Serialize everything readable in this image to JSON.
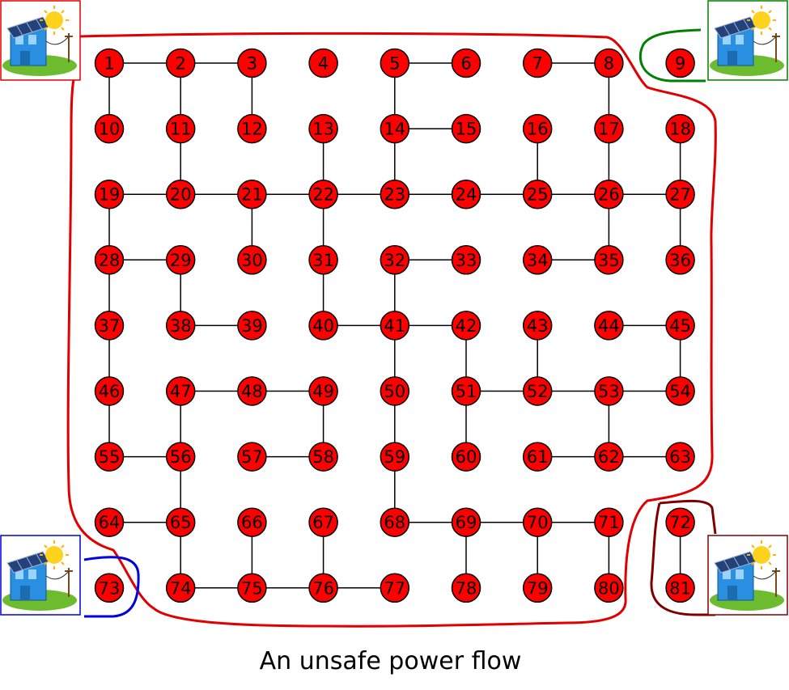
{
  "caption": "An unsafe power flow",
  "grid": {
    "rows": 9,
    "cols": 9
  },
  "colors": {
    "node_fill": "#ff0000",
    "edge": "#000000",
    "region_main": "#e00000",
    "region_green": "#008000",
    "region_blue": "#0000e0",
    "region_darkred": "#800000"
  },
  "edges": [
    [
      1,
      2
    ],
    [
      2,
      3
    ],
    [
      5,
      6
    ],
    [
      7,
      8
    ],
    [
      14,
      15
    ],
    [
      19,
      20
    ],
    [
      20,
      21
    ],
    [
      21,
      22
    ],
    [
      22,
      23
    ],
    [
      23,
      24
    ],
    [
      24,
      25
    ],
    [
      25,
      26
    ],
    [
      26,
      27
    ],
    [
      28,
      29
    ],
    [
      32,
      33
    ],
    [
      34,
      35
    ],
    [
      38,
      39
    ],
    [
      40,
      41
    ],
    [
      41,
      42
    ],
    [
      44,
      45
    ],
    [
      47,
      48
    ],
    [
      48,
      49
    ],
    [
      51,
      52
    ],
    [
      52,
      53
    ],
    [
      53,
      54
    ],
    [
      55,
      56
    ],
    [
      57,
      58
    ],
    [
      61,
      62
    ],
    [
      62,
      63
    ],
    [
      64,
      65
    ],
    [
      68,
      69
    ],
    [
      69,
      70
    ],
    [
      70,
      71
    ],
    [
      74,
      75
    ],
    [
      75,
      76
    ],
    [
      76,
      77
    ],
    [
      1,
      10
    ],
    [
      2,
      11
    ],
    [
      3,
      12
    ],
    [
      5,
      14
    ],
    [
      8,
      17
    ],
    [
      11,
      20
    ],
    [
      13,
      22
    ],
    [
      14,
      23
    ],
    [
      16,
      25
    ],
    [
      17,
      26
    ],
    [
      18,
      27
    ],
    [
      19,
      28
    ],
    [
      21,
      30
    ],
    [
      22,
      31
    ],
    [
      26,
      35
    ],
    [
      27,
      36
    ],
    [
      28,
      37
    ],
    [
      29,
      38
    ],
    [
      31,
      40
    ],
    [
      32,
      41
    ],
    [
      37,
      46
    ],
    [
      41,
      50
    ],
    [
      42,
      51
    ],
    [
      43,
      52
    ],
    [
      45,
      54
    ],
    [
      46,
      55
    ],
    [
      47,
      56
    ],
    [
      49,
      58
    ],
    [
      50,
      59
    ],
    [
      51,
      60
    ],
    [
      53,
      62
    ],
    [
      56,
      65
    ],
    [
      59,
      68
    ],
    [
      65,
      74
    ],
    [
      66,
      75
    ],
    [
      67,
      76
    ],
    [
      69,
      78
    ],
    [
      70,
      79
    ],
    [
      71,
      80
    ],
    [
      72,
      81
    ]
  ],
  "sources": [
    {
      "name": "source-top-left",
      "icon": "solar-house-icon",
      "frame": "#e00000"
    },
    {
      "name": "source-top-right",
      "icon": "solar-house-icon",
      "frame": "#008000"
    },
    {
      "name": "source-bottom-left",
      "icon": "solar-house-icon",
      "frame": "#0000e0"
    },
    {
      "name": "source-bottom-right",
      "icon": "solar-house-icon",
      "frame": "#800000"
    }
  ]
}
